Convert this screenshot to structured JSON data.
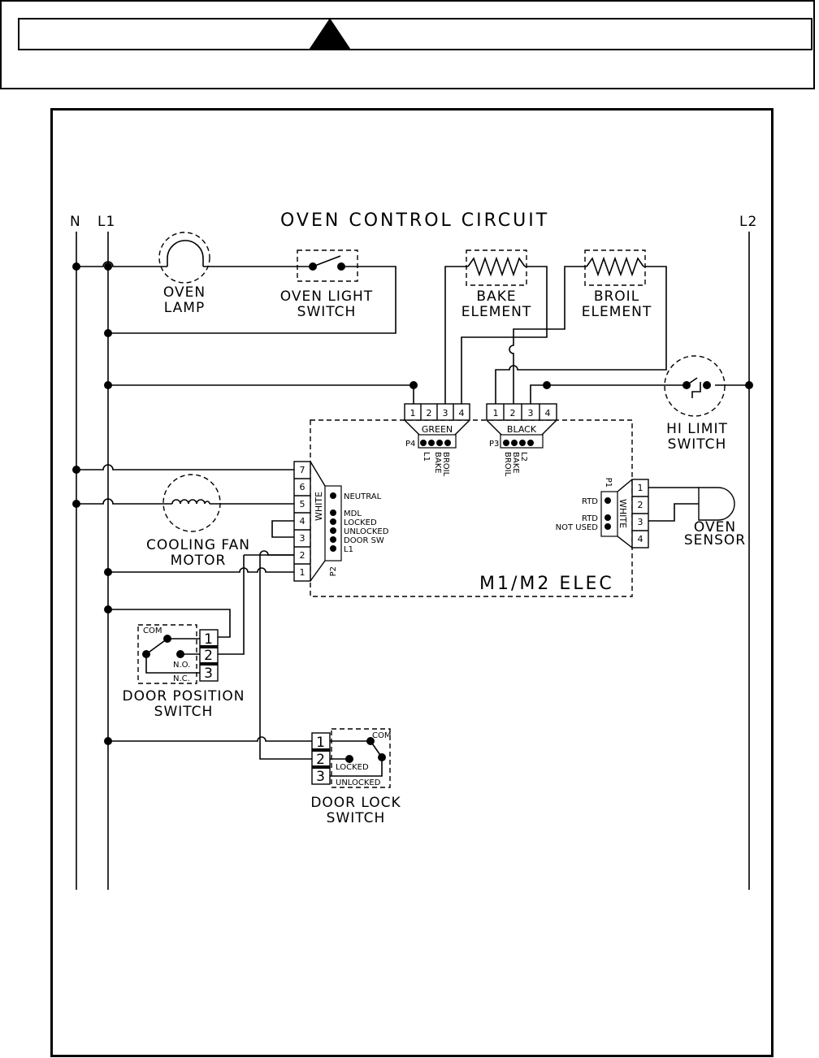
{
  "title": "OVEN CONTROL CIRCUIT",
  "rails": {
    "n": "N",
    "l1": "L1",
    "l2": "L2"
  },
  "components": {
    "oven_lamp": [
      "OVEN",
      "LAMP"
    ],
    "oven_light_switch": [
      "OVEN LIGHT",
      "SWITCH"
    ],
    "bake_element": [
      "BAKE",
      "ELEMENT"
    ],
    "broil_element": [
      "BROIL",
      "ELEMENT"
    ],
    "hi_limit_switch": [
      "HI LIMIT",
      "SWITCH"
    ],
    "cooling_fan_motor": [
      "COOLING FAN",
      "MOTOR"
    ],
    "oven_sensor": [
      "OVEN",
      "SENSOR"
    ],
    "door_position_switch": [
      "DOOR POSITION",
      "SWITCH"
    ],
    "door_lock_switch": [
      "DOOR LOCK",
      "SWITCH"
    ],
    "control_board": "M1/M2 ELEC"
  },
  "connectors": {
    "p4": {
      "id": "P4",
      "color": "GREEN",
      "pins": [
        "1",
        "2",
        "3",
        "4"
      ],
      "labels": [
        "L1",
        "BAKE",
        "BROIL"
      ]
    },
    "p3": {
      "id": "P3",
      "color": "BLACK",
      "pins": [
        "1",
        "2",
        "3",
        "4"
      ],
      "labels": [
        "L2",
        "BAKE",
        "BROIL"
      ]
    },
    "p2": {
      "id": "P2",
      "color": "WHITE",
      "pins": [
        "7",
        "6",
        "5",
        "4",
        "3",
        "2",
        "1"
      ],
      "labels": [
        "NEUTRAL",
        "MDL",
        "LOCKED",
        "UNLOCKED",
        "DOOR SW",
        "L1"
      ]
    },
    "p1": {
      "id": "P1",
      "color": "WHITE",
      "pins": [
        "1",
        "2",
        "3",
        "4"
      ],
      "labels": [
        "RTD",
        "RTD",
        "NOT USED"
      ]
    }
  },
  "door_position_terms": {
    "com": "COM",
    "no": "N.O.",
    "nc": "N.C.",
    "pins": [
      "1",
      "2",
      "3"
    ]
  },
  "door_lock_terms": {
    "com": "COM",
    "locked": "LOCKED",
    "unlocked": "UNLOCKED",
    "pins": [
      "1",
      "2",
      "3"
    ]
  }
}
